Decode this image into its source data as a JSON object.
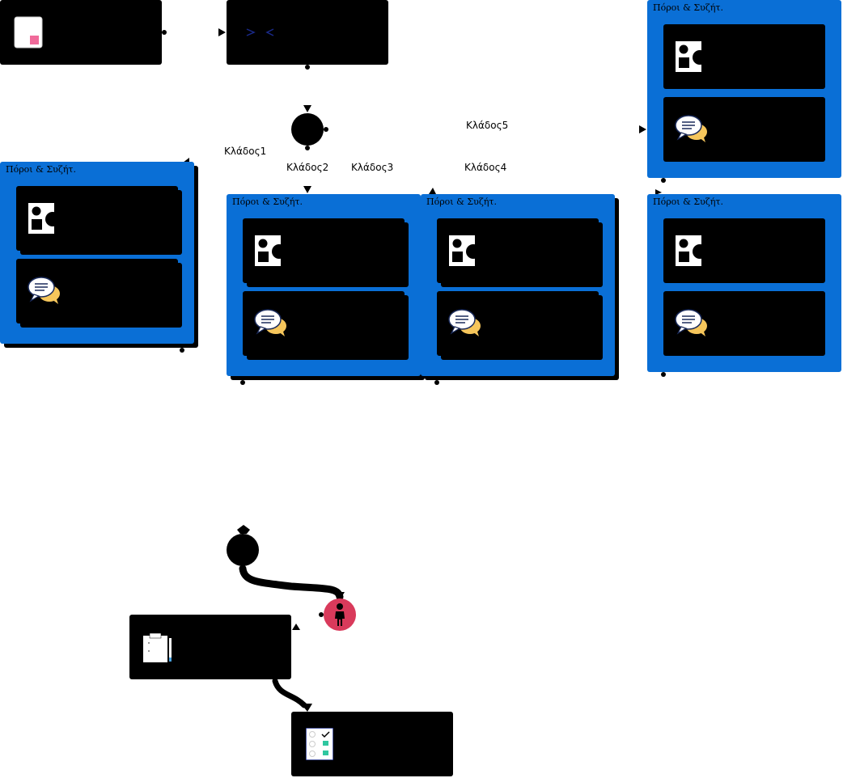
{
  "group_title": "Πόροι & Συζήτ.",
  "branches": [
    "Κλάδος1",
    "Κλάδος2",
    "Κλάδος3",
    "Κλάδος4",
    "Κλάδος5"
  ],
  "colors": {
    "group_blue": "#0a6fd6",
    "node_black": "#000000",
    "start_marker_red": "#d93a5b",
    "bubble_yellow": "#f6c65b"
  },
  "icons": {
    "shapes": "shapes-icon",
    "discussion": "discussion-icon",
    "page": "page-icon",
    "code": "code-icon",
    "clipboard": "clipboard-icon",
    "checklist": "checklist-icon",
    "person": "person-icon"
  }
}
